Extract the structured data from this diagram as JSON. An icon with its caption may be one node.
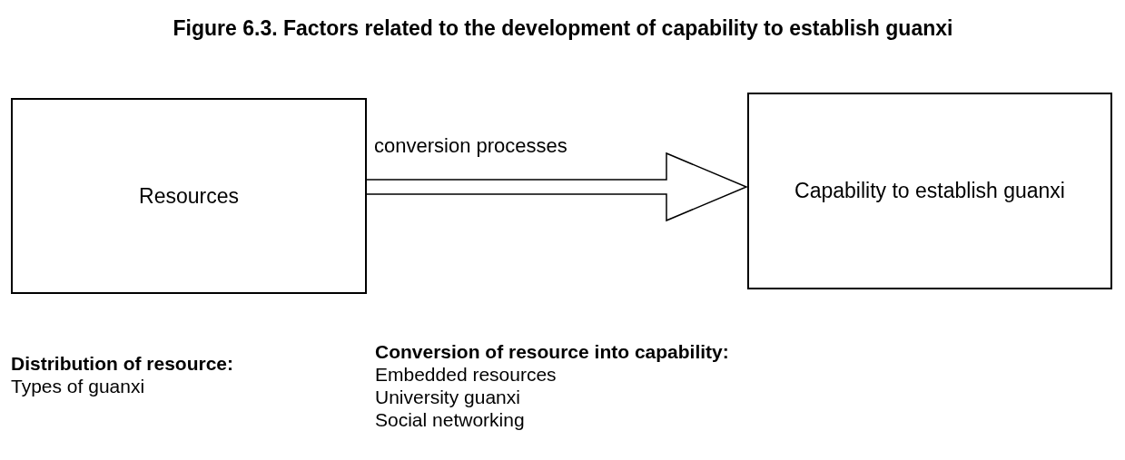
{
  "diagram": {
    "title": "Figure 6.3. Factors related to the development of capability to establish guanxi",
    "nodes": [
      {
        "text": [
          "Resources"
        ]
      },
      {
        "text": [
          "Capability to establish guanxi"
        ]
      }
    ],
    "edges": [
      {
        "from": 0,
        "to": 1,
        "arrow": "to",
        "label": "conversion processes",
        "style": "thick"
      }
    ],
    "labels": [
      "Distribution of resource:",
      "Types of guanxi",
      "Conversion of resource into capability:",
      "Embedded resources",
      "University guanxi",
      "Social networking"
    ]
  }
}
